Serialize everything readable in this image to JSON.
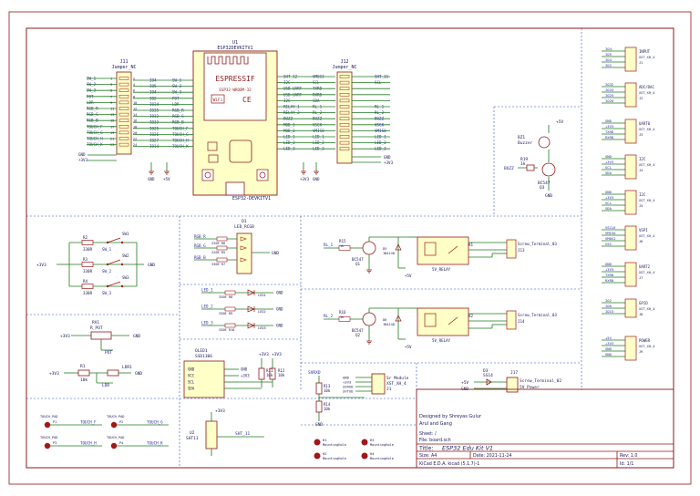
{
  "colors": {
    "border": "#8a1a1a",
    "wire": "#1f7a1f",
    "part": "#a01818",
    "text": "#202060",
    "blue": "#2a2aa0",
    "divider": "#2f4fbf",
    "fill": "#ffffc8"
  },
  "esp32": {
    "ref": "U1",
    "value": "ESP32DEVKITV1",
    "logo": "ESPRESSIF",
    "module": "ESP32-WROOM-32",
    "footprint": "ESP32-DEVKITV1"
  },
  "j11": {
    "ref": "J11",
    "value": "Jumper_NC",
    "left_labels": [
      "SW_1",
      "SW_2",
      "SW_3",
      "POT",
      "LDR",
      "RGB_R",
      "RGB_G",
      "RGB_B",
      "TOUCH_F",
      "TOUCH_G",
      "TOUCH_H",
      "TOUCH_K"
    ],
    "pins_left": [
      "1",
      "3",
      "5",
      "7",
      "9",
      "11",
      "13",
      "15",
      "17",
      "19",
      "21",
      "23"
    ],
    "pins_right": [
      "2",
      "4",
      "6",
      "8",
      "10",
      "12",
      "14",
      "16",
      "18",
      "20",
      "22",
      "24"
    ]
  },
  "esp_left_nets": [
    "IO4",
    "IO5",
    "IO4",
    "IO2",
    "IO34",
    "IO35",
    "IO32",
    "IO33",
    "IO25",
    "IO26",
    "IO27",
    "IO14"
  ],
  "esp_left_right_nets": [
    "SW_1",
    "SW_2",
    "SW_3",
    "POT",
    "LDR",
    "RGB_R",
    "RGB_G",
    "RGB_B",
    "TOUCH_F",
    "TOUCH_G",
    "TOUCH_H",
    "TOUCH_K"
  ],
  "j12": {
    "ref": "J12",
    "value": "Jumper_NC",
    "left_labels": [
      "SHT_12",
      "I2C",
      "USB-UART",
      "USB-UART",
      "I2C",
      "RELAY_1",
      "RELAY_2",
      "BUZZ",
      "MOD_1",
      "MOD_2",
      "LED_1",
      "LED_2",
      "LED_3"
    ],
    "right_labels": [
      "VMOSI",
      "SCL",
      "TXRD",
      "RXRD",
      "SDA",
      "RL_1",
      "RL_2",
      "BUZZ",
      "VSCK",
      "VMISO",
      "LED_1",
      "LED_2",
      "LED_3"
    ],
    "far_labels": [
      "SHT_11",
      "SCL",
      "",
      "",
      "",
      "RL_1",
      "RL_2",
      "BUZZ",
      "VSCK",
      "VMISO",
      "LED_1",
      "LED_2",
      "LED_3"
    ]
  },
  "power": {
    "gnd": "GND",
    "v33": "+3V3",
    "v5": "+5V"
  },
  "connectors": [
    {
      "title": "INPUT",
      "nets": [
        "IO4",
        "IO5",
        "IO4",
        "IO2"
      ],
      "ref": "J1"
    },
    {
      "title": "ADC/DAC",
      "nets": [
        "IO32",
        "IO33",
        "IO25",
        "IO26"
      ],
      "ref": "J2"
    },
    {
      "title": "UART0",
      "nets": [
        "GND",
        "+3V3",
        "TXRD",
        "RXRD"
      ],
      "ref": "J3"
    },
    {
      "title": "I2C",
      "nets": [
        "GND",
        "+3V3",
        "SCL",
        "SDA"
      ],
      "ref": "J4"
    },
    {
      "title": "I2C",
      "nets": [
        "GND",
        "+3V3",
        "SCL",
        "SDA"
      ],
      "ref": "J5"
    },
    {
      "title": "VSPI",
      "nets": [
        "VSCLK",
        "VMISO",
        "VMOSI",
        "VSS"
      ],
      "ref": "J6"
    },
    {
      "title": "UART2",
      "nets": [
        "GND",
        "+3V3",
        "TXRD",
        "RXRD"
      ],
      "ref": "J7"
    },
    {
      "title": "GPIO",
      "nets": [
        "IO2",
        "IO0",
        "IO15"
      ],
      "ref": "J8"
    },
    {
      "title": "POWER",
      "nets": [
        "+5V",
        "+3V3",
        "GND",
        "GND"
      ],
      "ref": "J9"
    }
  ],
  "conn_value": "XST_XH_4",
  "buzzer": {
    "ref": "BZ1",
    "value": "Buzzer",
    "r": "R19",
    "rv": "1k",
    "q": "Q3",
    "qv": "BC547",
    "net": "BUZZ"
  },
  "switches": {
    "resistors": [
      "R2",
      "R3",
      "R4"
    ],
    "rv": "330R",
    "labels": [
      "SW1",
      "SW2",
      "SW3"
    ],
    "nets": [
      "SW_1",
      "SW_2",
      "SW_3"
    ]
  },
  "rgb": {
    "ref": "D1",
    "value": "LED_RCGB",
    "nets": [
      "RGB_R",
      "RGB_G",
      "RGB_B"
    ],
    "res": [
      "220E R6",
      "220E R5",
      "330E R7"
    ]
  },
  "leds": {
    "nets": [
      "LED_1",
      "LED_2",
      "LED_3"
    ],
    "res": [
      "330E R8",
      "330E R9",
      "330E R10"
    ],
    "refs": [
      "LED1",
      "LED2",
      "LED3"
    ]
  },
  "relays": [
    {
      "net": "RL_1",
      "r": "R15",
      "rv": "1k",
      "q": "Q1",
      "qv": "BC547",
      "d": "D5",
      "dv": "1N4148",
      "k": "K1",
      "kv": "5V_RELAY",
      "j": "J13",
      "jv": "Screw_Terminal_03"
    },
    {
      "net": "RL_2",
      "r": "R16",
      "rv": "1k",
      "q": "Q2",
      "qv": "BC547",
      "d": "D6",
      "dv": "1N4148",
      "k": "K2",
      "kv": "5V_RELAY",
      "j": "J14",
      "jv": "Screw_Terminal_03"
    }
  ],
  "pot": {
    "ref": "RV1",
    "value": "R_POT",
    "net": "POT"
  },
  "ldr": {
    "r": "R1",
    "rv": "10k",
    "ref": "LDR1",
    "net": "LDR"
  },
  "oled": {
    "ref": "OLED1",
    "value": "SSD1306",
    "pins": [
      "GND",
      "VCC",
      "SCL",
      "SDA"
    ],
    "r": [
      "R11",
      "R12"
    ],
    "rv": "10k"
  },
  "sht": {
    "ref": "U2",
    "value": "SHT11",
    "net": "SHT_11"
  },
  "touch": [
    {
      "ref": "P1",
      "label": "TOUCH_F"
    },
    {
      "ref": "P2",
      "label": "TOUCH_G"
    },
    {
      "ref": "P3",
      "label": "TOUCH_H"
    },
    {
      "ref": "P4",
      "label": "TOUCH_K"
    }
  ],
  "touch_value": "TOUCH_PAD",
  "holes": [
    {
      "ref": "H1"
    },
    {
      "ref": "H2"
    },
    {
      "ref": "H3"
    },
    {
      "ref": "H4"
    }
  ],
  "hole_value": "MountingHole",
  "uart_mod": {
    "title": "Sr Module",
    "nets": [
      "GND",
      "+3V3",
      "SVRXD",
      "SVTXD"
    ],
    "ref": "J1",
    "pin": "XST_XH_4",
    "net": "SVRXD",
    "rs": [
      "R13",
      "R14"
    ],
    "rv": "10k"
  },
  "power_in": {
    "ref": "J17",
    "value": "Screw_Terminal_02",
    "label": "5V Power",
    "d": "D3",
    "dv": "SS14"
  },
  "title_block": {
    "designer": "Designed by Shreyas Gulur",
    "company": "Arul and Gang",
    "sheet": "Sheet: /",
    "file": "File: board.sch",
    "title_label": "Title:",
    "title": "ESP32 Edu Kit V1",
    "size": "Size: A4",
    "date": "Date: 2021-11-24",
    "rev": "Rev: 1.0",
    "kicad": "KiCad E.D.A.  kicad (5.1.7)-1",
    "id": "Id: 1/1"
  }
}
